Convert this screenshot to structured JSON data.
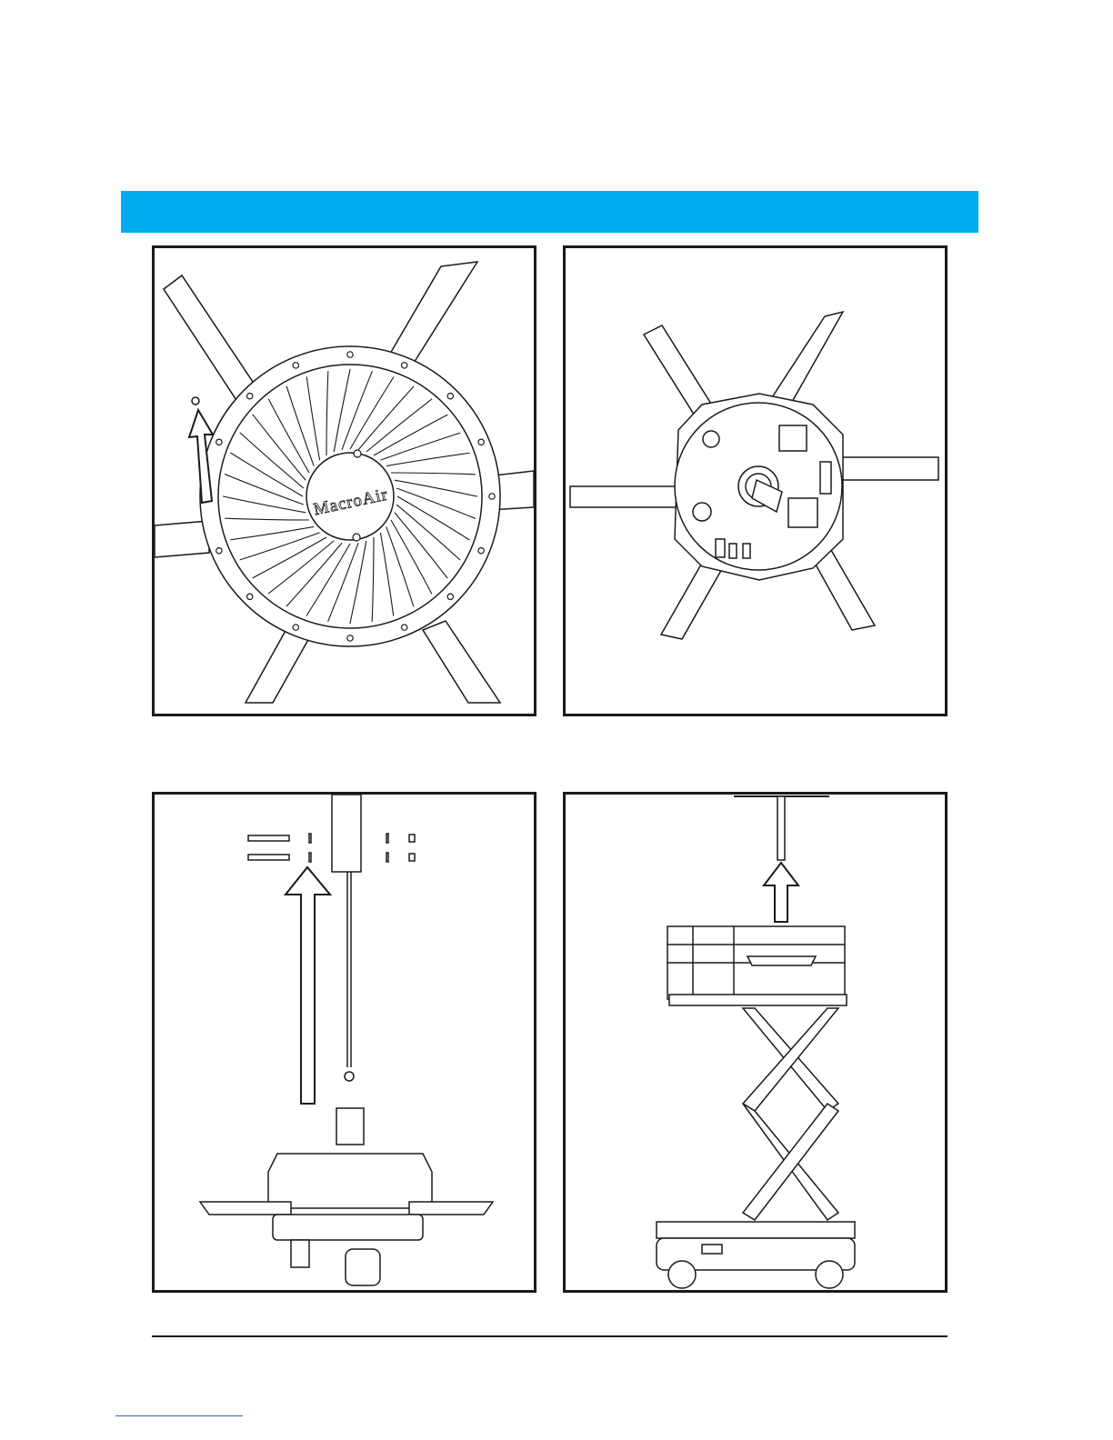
{
  "colors": {
    "banner": "#00aeef",
    "line": "#1a1a1a",
    "link_rule": "#3a5fcd"
  },
  "panels": [
    {
      "id": "p1",
      "logo_text": "MacroAir",
      "arrow_icon": "arrow-up-icon"
    },
    {
      "id": "p2"
    },
    {
      "id": "p3",
      "arrow_icon": "arrow-up-icon"
    },
    {
      "id": "p4",
      "arrow_icon": "arrow-up-icon"
    }
  ]
}
